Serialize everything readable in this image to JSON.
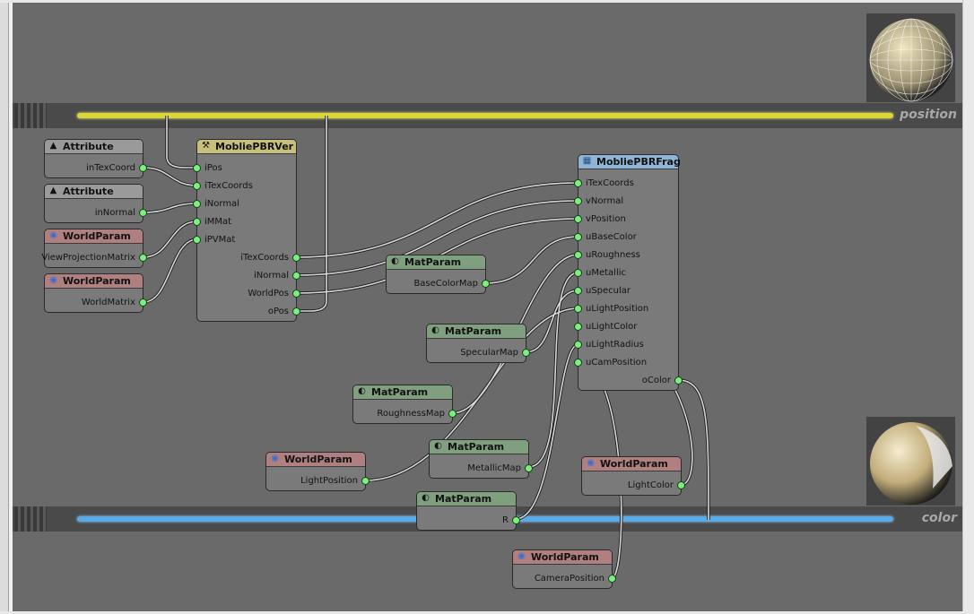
{
  "bars": [
    {
      "label": "position",
      "line_color": "#d8d63a"
    },
    {
      "label": "color",
      "line_color": "#5aaae6"
    }
  ],
  "nodes": {
    "attr1": {
      "title": "Attribute",
      "outputs": [
        "inTexCoord"
      ]
    },
    "attr2": {
      "title": "Attribute",
      "outputs": [
        "inNormal"
      ]
    },
    "world1": {
      "title": "WorldParam",
      "outputs": [
        "ViewProjectionMatrix"
      ]
    },
    "world2": {
      "title": "WorldParam",
      "outputs": [
        "WorldMatrix"
      ]
    },
    "vert": {
      "title": "MobliePBRVer",
      "inputs": [
        "iPos",
        "iTexCoords",
        "iNormal",
        "iMMat",
        "iPVMat"
      ],
      "outputs": [
        "iTexCoords",
        "iNormal",
        "WorldPos",
        "oPos"
      ]
    },
    "frag": {
      "title": "MobliePBRFrag",
      "inputs": [
        "iTexCoords",
        "vNormal",
        "vPosition",
        "uBaseColor",
        "uRoughness",
        "uMetallic",
        "uSpecular",
        "uLightPosition",
        "uLightColor",
        "uLightRadius",
        "uCamPosition"
      ],
      "outputs": [
        "oColor"
      ]
    },
    "mat_base": {
      "title": "MatParam",
      "outputs": [
        "BaseColorMap"
      ]
    },
    "mat_spec": {
      "title": "MatParam",
      "outputs": [
        "SpecularMap"
      ]
    },
    "mat_rough": {
      "title": "MatParam",
      "outputs": [
        "RoughnessMap"
      ]
    },
    "mat_metal": {
      "title": "MatParam",
      "outputs": [
        "MetallicMap"
      ]
    },
    "mat_r": {
      "title": "MatParam",
      "outputs": [
        "R"
      ]
    },
    "world_light": {
      "title": "WorldParam",
      "outputs": [
        "LightPosition"
      ]
    },
    "world_lcolor": {
      "title": "WorldParam",
      "outputs": [
        "LightColor"
      ]
    },
    "world_cam": {
      "title": "WorldParam",
      "outputs": [
        "CameraPosition"
      ]
    }
  },
  "colors": {
    "port": "#7cf07c",
    "wire": "#d8d8d8",
    "background": "#6a6a6a"
  }
}
